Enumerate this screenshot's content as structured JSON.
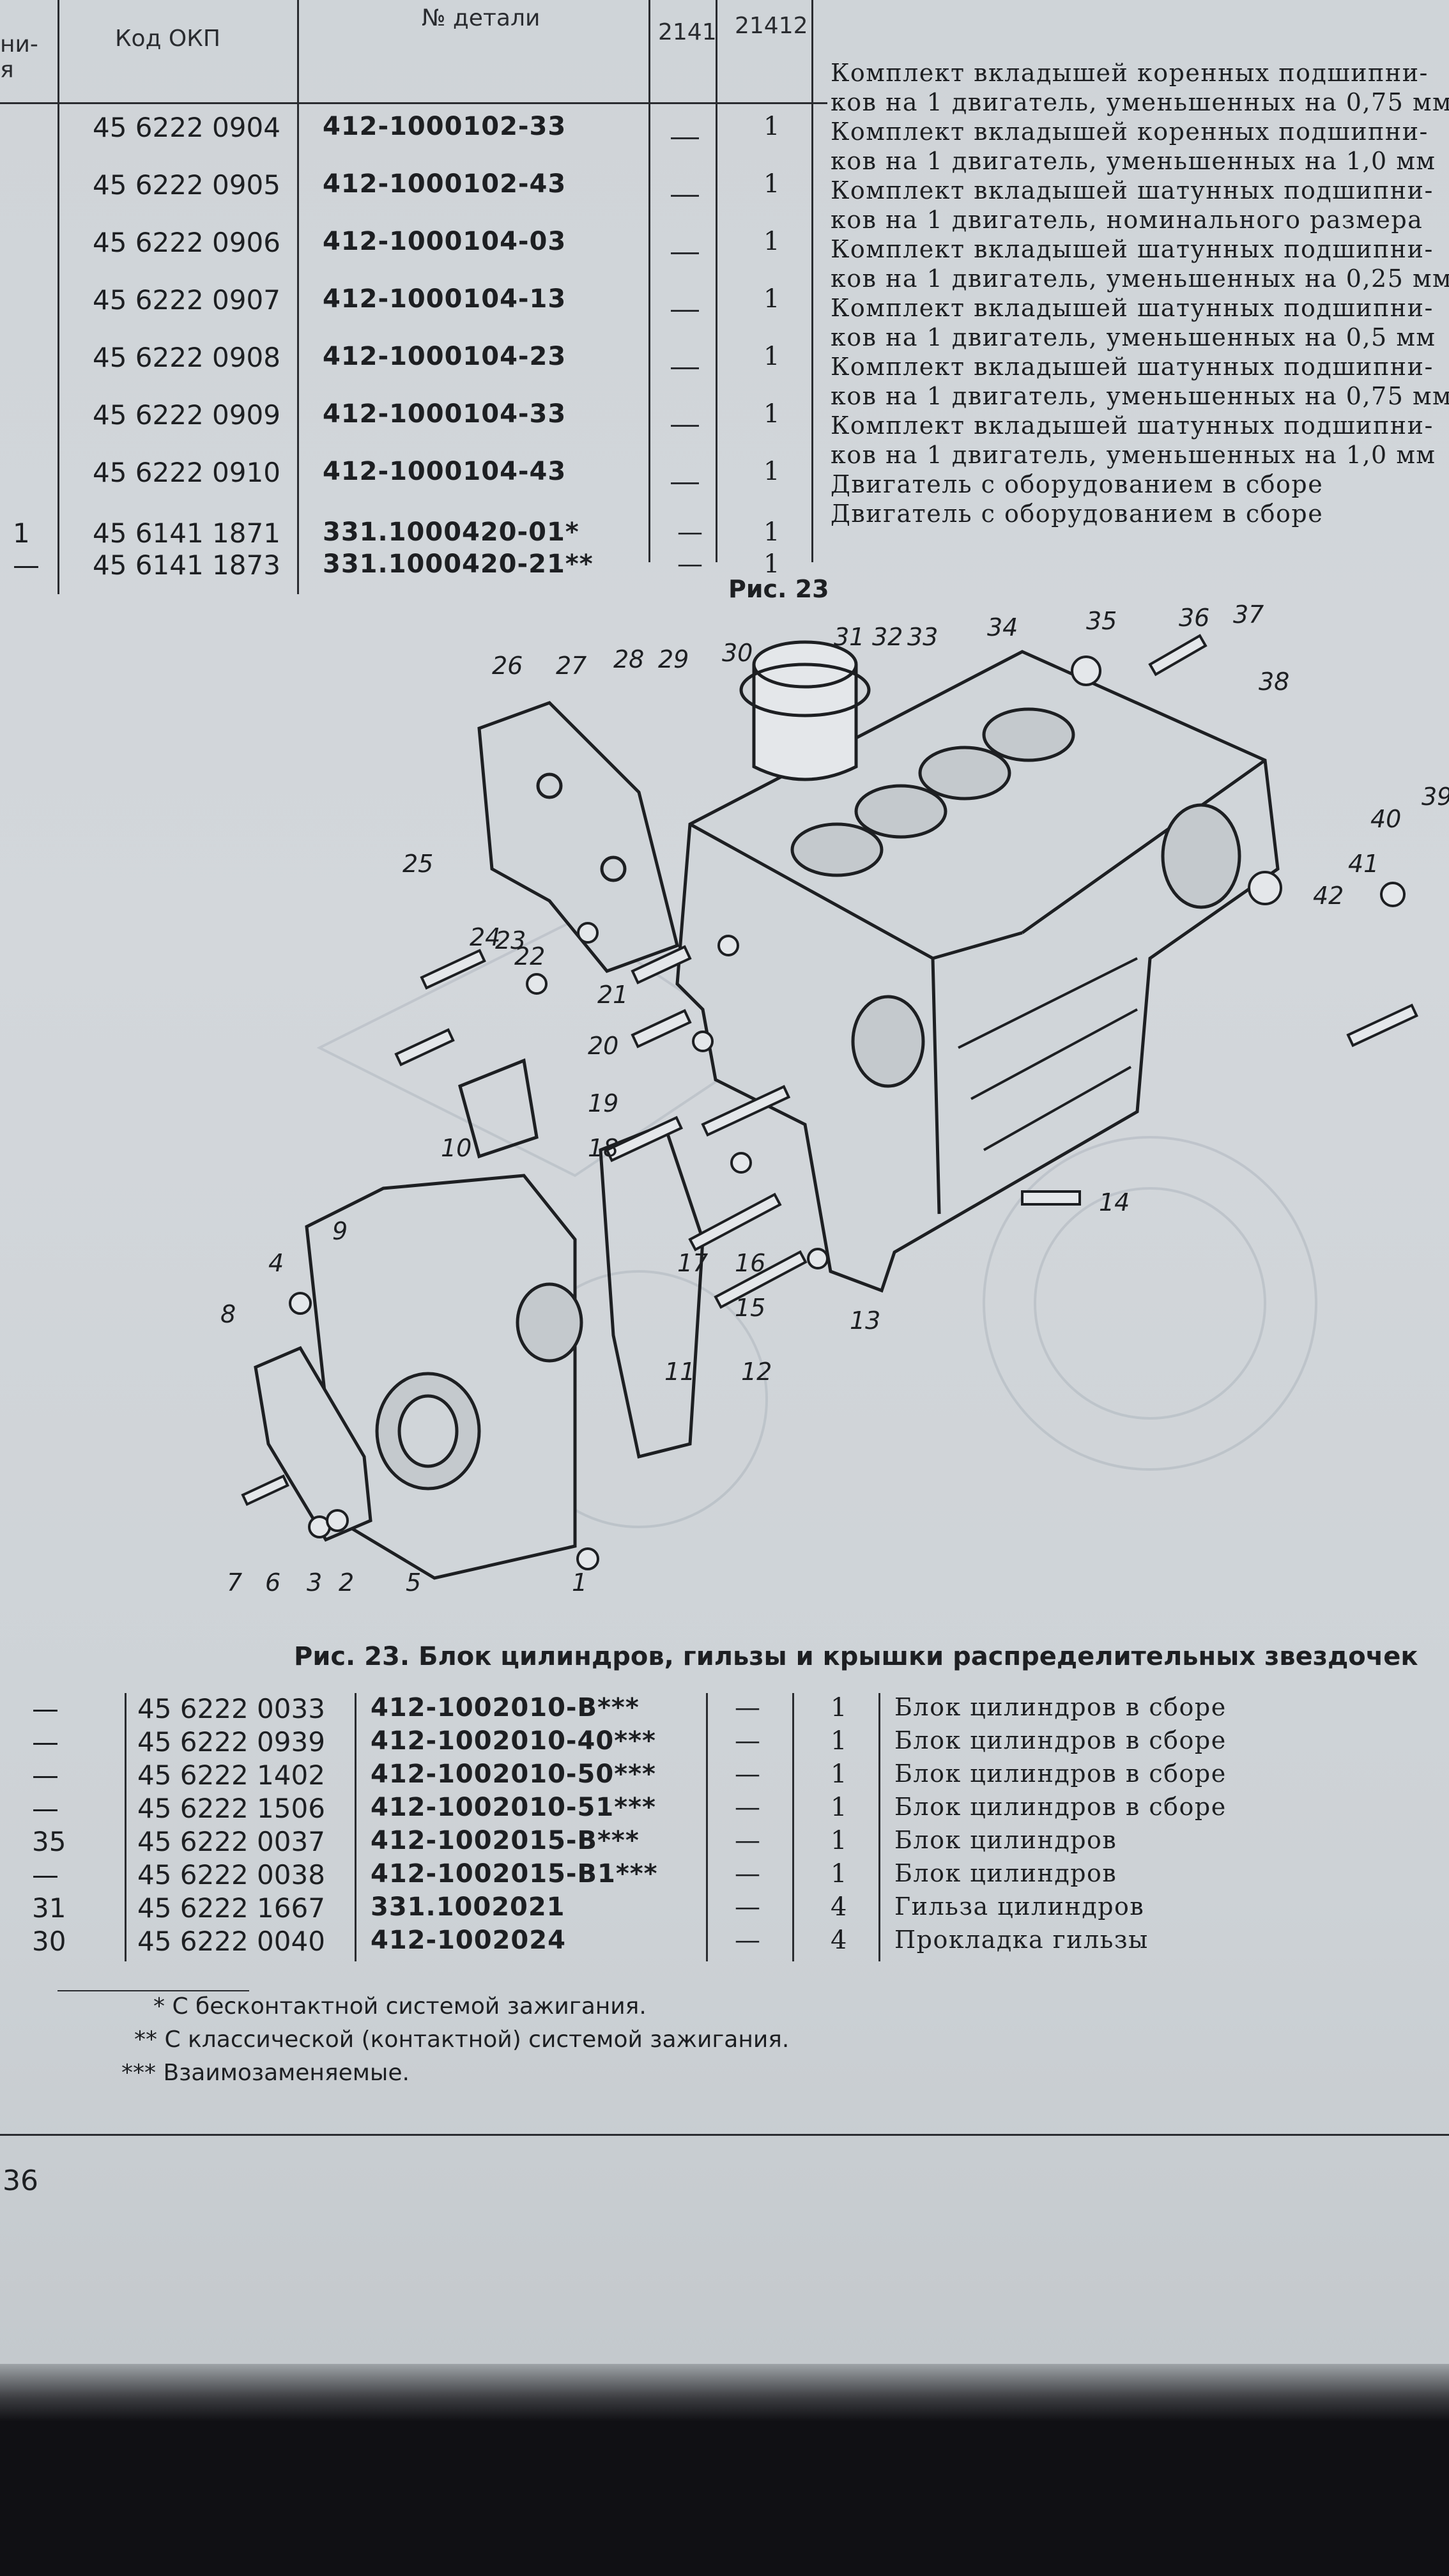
{
  "header": {
    "col_prev": "ни-\nя",
    "col_okp": "Код ОКП",
    "col_part": "№ детали",
    "col_2141": "2141",
    "col_21412": "21412"
  },
  "top_rows": [
    {
      "okp": "45 6222 0904",
      "part": "412-1000102-33",
      "q2141": "—",
      "q21412": "1"
    },
    {
      "okp": "45 6222 0905",
      "part": "412-1000102-43",
      "q2141": "—",
      "q21412": "1"
    },
    {
      "okp": "45 6222 0906",
      "part": "412-1000104-03",
      "q2141": "—",
      "q21412": "1"
    },
    {
      "okp": "45 6222 0907",
      "part": "412-1000104-13",
      "q2141": "—",
      "q21412": "1"
    },
    {
      "okp": "45 6222 0908",
      "part": "412-1000104-23",
      "q2141": "—",
      "q21412": "1"
    },
    {
      "okp": "45 6222 0909",
      "part": "412-1000104-33",
      "q2141": "—",
      "q21412": "1"
    },
    {
      "okp": "45 6222 0910",
      "part": "412-1000104-43",
      "q2141": "—",
      "q21412": "1"
    },
    {
      "okp": "45 6141 1871",
      "part": "331.1000420-01*",
      "q2141": "—",
      "q21412": "1",
      "pos": "1"
    },
    {
      "okp": "45 6141 1873",
      "part": "331.1000420-21**",
      "q2141": "—",
      "q21412": "1",
      "pos": "—"
    }
  ],
  "top_descriptions": [
    "Комплект вкладышей коренных подшипни-",
    "ков на 1 двигатель, уменьшенных на 0,75 мм",
    "Комплект вкладышей коренных подшипни-",
    "ков на 1 двигатель, уменьшенных на 1,0 мм",
    "Комплект вкладышей шатунных подшипни-",
    "ков на 1 двигатель, номинального размера",
    "Комплект вкладышей шатунных подшипни-",
    "ков на 1 двигатель, уменьшенных на 0,25 мм",
    "Комплект вкладышей шатунных подшипни-",
    "ков на 1 двигатель, уменьшенных на 0,5 мм",
    "Комплект вкладышей шатунных подшипни-",
    "ков на 1 двигатель, уменьшенных на 0,75 мм",
    "Комплект вкладышей шатунных подшипни-",
    "ков на 1 двигатель, уменьшенных на 1,0 мм",
    "Двигатель с оборудованием в сборе",
    "Двигатель с оборудованием в сборе"
  ],
  "figure": {
    "label": "Рис. 23",
    "caption": "Рис. 23. Блок цилиндров, гильзы и крышки распределительных звездочек",
    "callouts": [
      "1",
      "2",
      "3",
      "4",
      "5",
      "6",
      "7",
      "8",
      "9",
      "10",
      "11",
      "12",
      "13",
      "14",
      "15",
      "16",
      "17",
      "18",
      "19",
      "20",
      "21",
      "22",
      "23",
      "24",
      "25",
      "26",
      "27",
      "28",
      "29",
      "30",
      "31",
      "32",
      "33",
      "34",
      "35",
      "36",
      "37",
      "38",
      "39",
      "40",
      "41",
      "42"
    ]
  },
  "bottom_rows": [
    {
      "pos": "—",
      "okp": "45 6222 0033",
      "part": "412-1002010-В***",
      "q2141": "—",
      "q21412": "1",
      "desc": "Блок цилиндров в сборе"
    },
    {
      "pos": "—",
      "okp": "45 6222 0939",
      "part": "412-1002010-40***",
      "q2141": "—",
      "q21412": "1",
      "desc": "Блок цилиндров в сборе"
    },
    {
      "pos": "—",
      "okp": "45 6222 1402",
      "part": "412-1002010-50***",
      "q2141": "—",
      "q21412": "1",
      "desc": "Блок цилиндров в сборе"
    },
    {
      "pos": "—",
      "okp": "45 6222 1506",
      "part": "412-1002010-51***",
      "q2141": "—",
      "q21412": "1",
      "desc": "Блок цилиндров в сборе"
    },
    {
      "pos": "35",
      "okp": "45 6222 0037",
      "part": "412-1002015-В***",
      "q2141": "—",
      "q21412": "1",
      "desc": "Блок цилиндров"
    },
    {
      "pos": "—",
      "okp": "45 6222 0038",
      "part": "412-1002015-В1***",
      "q2141": "—",
      "q21412": "1",
      "desc": "Блок цилиндров"
    },
    {
      "pos": "31",
      "okp": "45 6222 1667",
      "part": "331.1002021",
      "q2141": "—",
      "q21412": "4",
      "desc": "Гильза цилиндров"
    },
    {
      "pos": "30",
      "okp": "45 6222 0040",
      "part": "412-1002024",
      "q2141": "—",
      "q21412": "4",
      "desc": "Прокладка гильзы"
    }
  ],
  "footnotes": [
    "* С бесконтактной системой зажигания.",
    "** С классической (контактной) системой зажигания.",
    "*** Взаимозаменяемые."
  ],
  "page_number": "36"
}
